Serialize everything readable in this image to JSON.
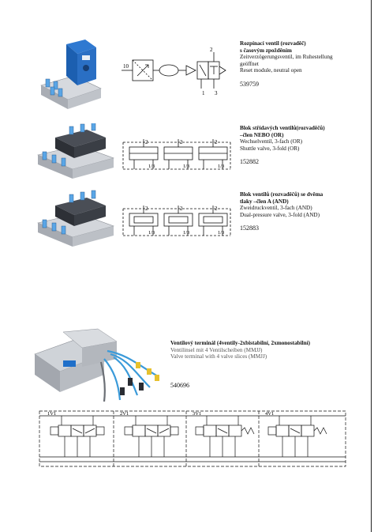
{
  "entries": [
    {
      "title_lines": [
        "Rozpínací ventil (rozvaděč)",
        "s časovým zpožděním"
      ],
      "lines": [
        "Zeitverzögerungsventil, im Ruhestellung",
        "geöffnet",
        "Reset module, neutral open"
      ],
      "code": "539759",
      "ports": {
        "p10": "10",
        "p2": "2",
        "p1": "1",
        "p3": "3"
      }
    },
    {
      "title_lines": [
        "Blok střídavých ventilů(rozvaděčů)",
        "–člen NEBO (OR)"
      ],
      "lines": [
        "Wechselventil, 3-fach (OR)",
        "Shuttle valve, 3-fold (OR)"
      ],
      "code": "152882",
      "port_top": "2",
      "port_bottom": "1/3"
    },
    {
      "title_lines": [
        "Blok ventilů (rozvaděčů) se dvěma",
        "tlaky –člen A (AND)"
      ],
      "lines": [
        "Zweidruckventil, 3-fach (AND)",
        "Dual-pressure valve, 3-fold (AND)"
      ],
      "code": "152883",
      "port_top": "2",
      "port_bottom": "1/3"
    },
    {
      "title_lines": [
        "Ventilový terminál (4ventily-2xbistabilní, 2xmonostabilní)"
      ],
      "gray_lines": [
        "Ventilinsel mit 4 Ventilscheiben (MMJJ)",
        "Valve terminal with 4 valve slices (MMJJ)"
      ],
      "code": "540696",
      "valve_labels": [
        "1V1",
        "2V1",
        "3V1",
        "4V1"
      ]
    }
  ],
  "colors": {
    "accent_blue": "#1f6fc9",
    "metal": "#c9ccd1",
    "dark": "#2a2d33"
  }
}
